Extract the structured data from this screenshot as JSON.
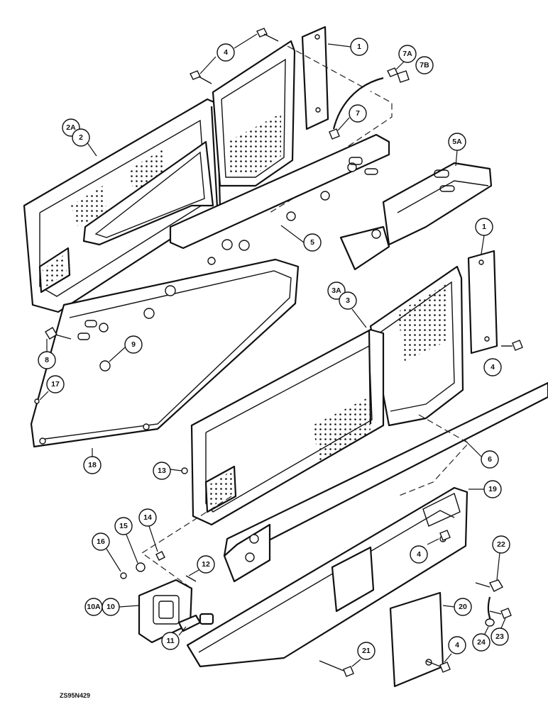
{
  "drawing_code": "ZS95N429",
  "callouts": [
    "1",
    "1",
    "2",
    "2A",
    "3",
    "3A",
    "4",
    "4",
    "4",
    "4",
    "4",
    "5",
    "5A",
    "6",
    "7",
    "7A",
    "7B",
    "8",
    "9",
    "10",
    "10A",
    "11",
    "12",
    "13",
    "14",
    "15",
    "16",
    "17",
    "18",
    "19",
    "20",
    "21",
    "22",
    "23",
    "24"
  ]
}
